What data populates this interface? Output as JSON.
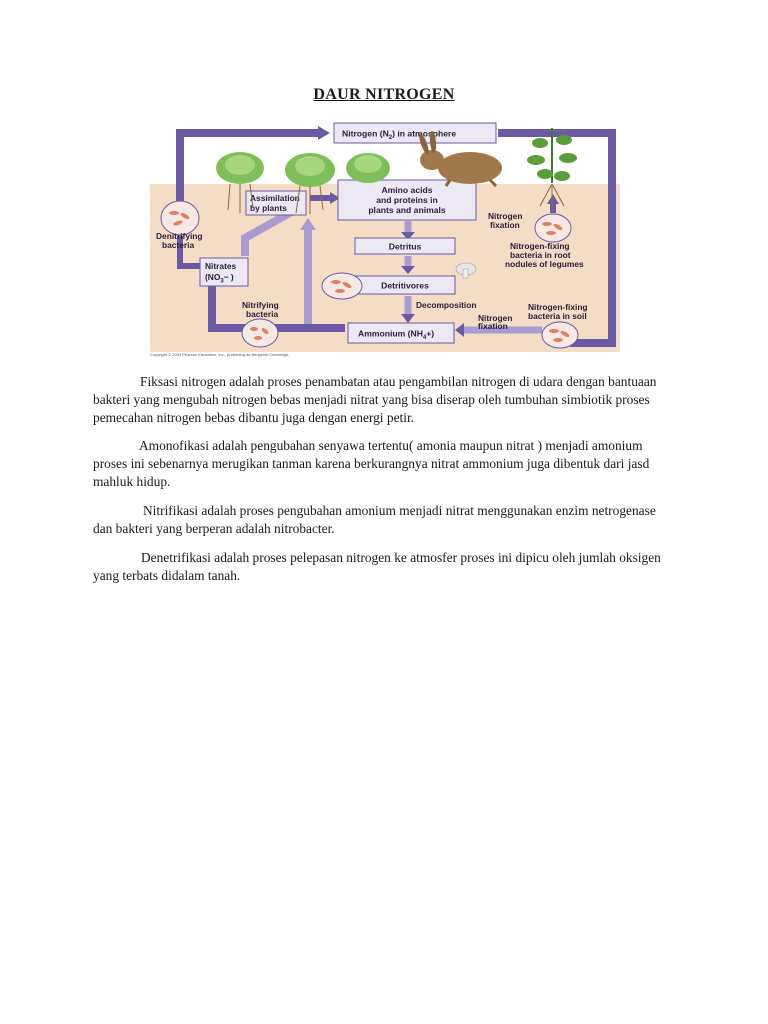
{
  "document": {
    "title": "DAUR NITROGEN",
    "paragraphs": [
      "Fiksasi nitrogen adalah proses penambatan atau pengambilan nitrogen di udara dengan bantuaan bakteri yang mengubah nitrogen bebas menjadi nitrat yang bisa diserap oleh tumbuhan simbiotik proses pemecahan nitrogen bebas dibantu juga dengan energi petir.",
      "Amonofikasi adalah pengubahan senyawa tertentu( amonia maupun nitrat ) menjadi amonium proses ini sebenarnya merugikan tanman karena berkurangnya nitrat ammonium juga dibentuk dari jasd mahluk hidup.",
      "Nitrifikasi adalah proses pengubahan amonium menjadi nitrat menggunakan enzim netrogenase dan bakteri yang berperan adalah nitrobacter.",
      "Denetrifikasi adalah proses pelepasan nitrogen ke atmosfer proses ini dipicu oleh jumlah oksigen yang terbats didalam tanah."
    ]
  },
  "figure": {
    "atmosphere_label": "Nitrogen (N",
    "atmosphere_sub": "2",
    "atmosphere_suffix": ") in atmosphere",
    "amino_line1": "Amino acids",
    "amino_line2": "and proteins in",
    "amino_line3": "plants and animals",
    "assimilation_line1": "Assimilation",
    "assimilation_line2": "by plants",
    "denitrifying_line1": "Denitrifying",
    "denitrifying_line2": "bacteria",
    "nitrates_line1": "Nitrates",
    "nitrates_line2": "(NO",
    "nitrates_sub": "3",
    "nitrates_suffix": "− )",
    "nitrifying_line1": "Nitrifying",
    "nitrifying_line2": "bacteria",
    "detritus": "Detritus",
    "detritivores": "Detritivores",
    "decomposition": "Decomposition",
    "ammonium_label": "Ammonium (NH",
    "ammonium_sub": "4",
    "ammonium_suffix": "+)",
    "fixation_top_line1": "Nitrogen",
    "fixation_top_line2": "fixation",
    "root_bacteria_line1": "Nitrogen-fixing",
    "root_bacteria_line2": "bacteria in root",
    "root_bacteria_line3": "nodules of legumes",
    "fixation_bottom_line1": "Nitrogen",
    "fixation_bottom_line2": "fixation",
    "soil_bacteria_line1": "Nitrogen-fixing",
    "soil_bacteria_line2": "bacteria in soil",
    "copyright": "Copyright © 2003 Pearson Education, Inc., publishing as Benjamin Cummings.",
    "colors": {
      "arrow": "#6b5aa3",
      "arrow_light": "#a99cd0",
      "box_fill": "#ece8f5",
      "box_stroke": "#6b5aa3",
      "soil": "#f3ddc4",
      "bacteria_fill": "#f6e9e4",
      "bacteria_cell": "#e08060",
      "plant": "#5a9e3a",
      "rabbit": "#a0784a"
    }
  }
}
